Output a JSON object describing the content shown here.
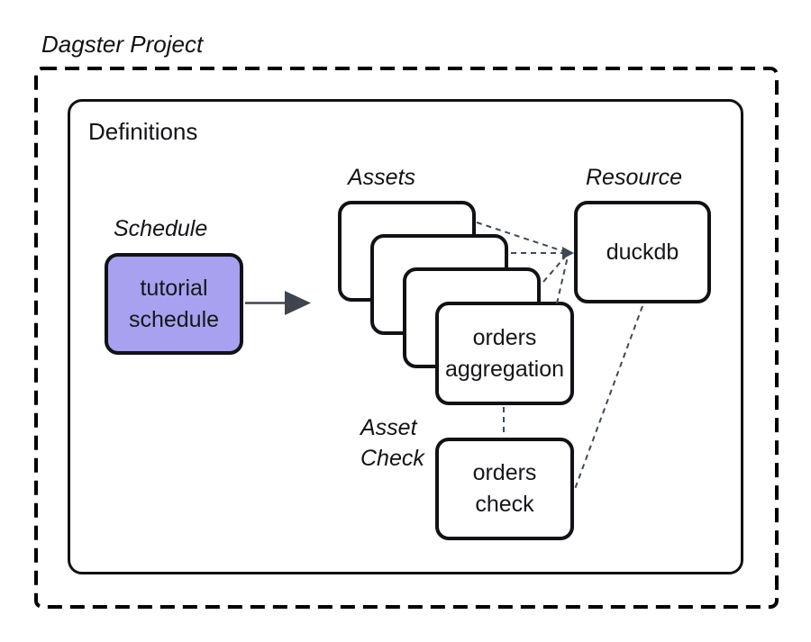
{
  "title": "Dagster Project",
  "definitions": {
    "label": "Definitions"
  },
  "labels": {
    "schedule": "Schedule",
    "assets": "Assets",
    "resource": "Resource",
    "asset_check_line1": "Asset",
    "asset_check_line2": "Check"
  },
  "nodes": {
    "tutorial_schedule": {
      "line1": "tutorial",
      "line2": "schedule"
    },
    "orders_aggregation": {
      "line1": "orders",
      "line2": "aggregation"
    },
    "duckdb": {
      "label": "duckdb"
    },
    "orders_check": {
      "line1": "orders",
      "line2": "check"
    }
  },
  "connections": {
    "schedule_to_assets": "solid arrow",
    "assets_to_duckdb": "dashed",
    "orders_aggregation_to_orders_check": "dashed",
    "duckdb_to_orders_check": "dashed"
  },
  "colors": {
    "schedule_fill": "#a7a1f0",
    "box_border": "#101216",
    "dashed_frame": "#000000",
    "connector_stroke": "#3f4956",
    "arrow_color": "#3e454e"
  }
}
